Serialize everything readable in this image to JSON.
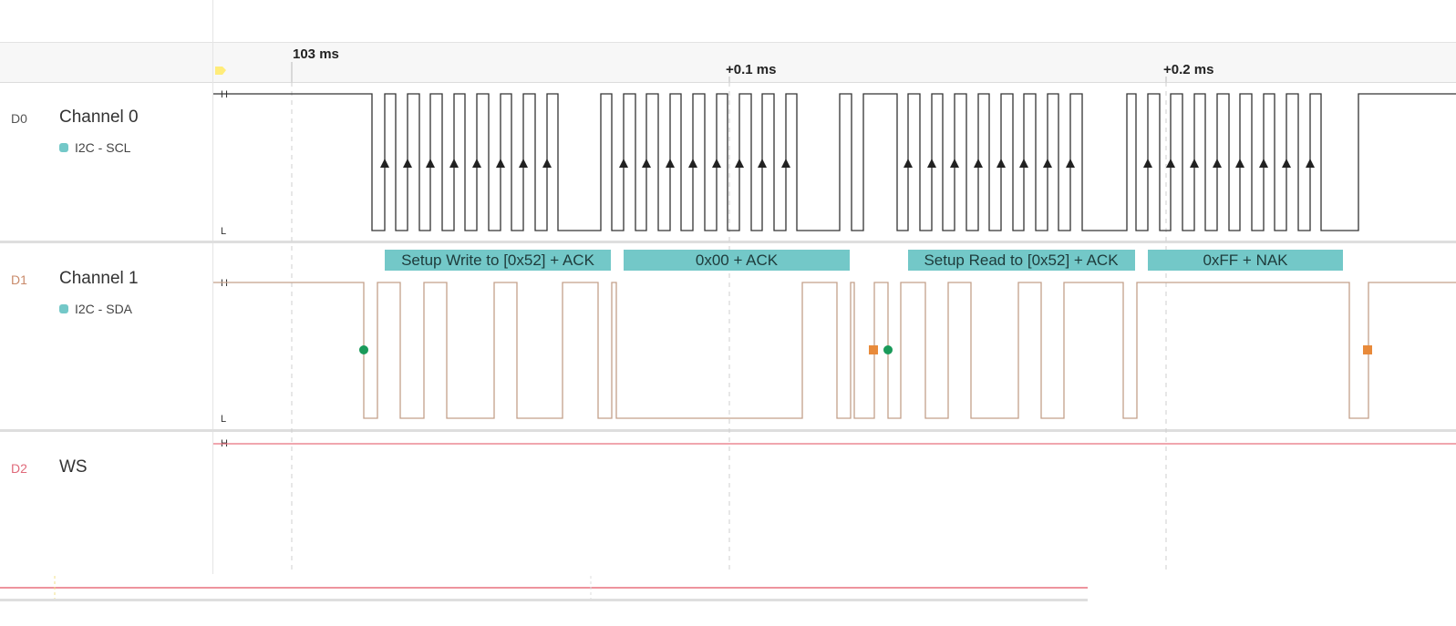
{
  "ruler": {
    "start_time": "103 ms",
    "tick_1": "+0.1 ms",
    "tick_2": "+0.2 ms"
  },
  "channels": [
    {
      "id": "D0",
      "name": "Channel 0",
      "analyzer": "I2C - SCL",
      "id_color": "#555555",
      "wave_color": "#333333"
    },
    {
      "id": "D1",
      "name": "Channel 1",
      "analyzer": "I2C - SDA",
      "id_color": "#c98a6a",
      "wave_color": "#c4a08a"
    },
    {
      "id": "D2",
      "name": "WS",
      "analyzer": "",
      "id_color": "#e06a7a",
      "wave_color": "#e8707e"
    }
  ],
  "levels": {
    "high": "H",
    "low": "L"
  },
  "frames": [
    {
      "label": "Setup Write to [0x52] + ACK"
    },
    {
      "label": "0x00 + ACK"
    },
    {
      "label": "Setup Read to [0x52] + ACK"
    },
    {
      "label": "0xFF + NAK"
    }
  ],
  "colors": {
    "accent_teal": "#73c8c8",
    "start_marker": "#1a9a5a",
    "stop_marker": "#e88a3a",
    "marker_flag": "#ffec7a"
  }
}
